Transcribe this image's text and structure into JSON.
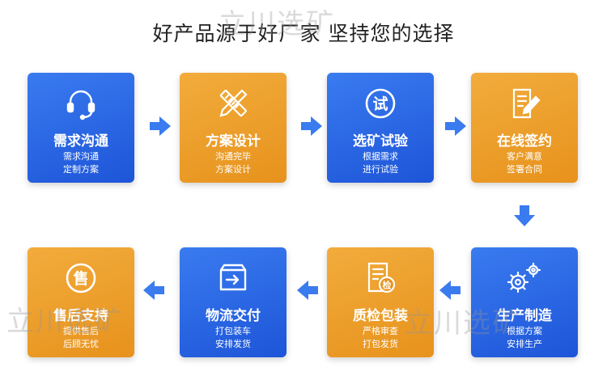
{
  "title": "好产品源于好厂家 坚持您的选择",
  "watermark": "立川选矿",
  "colors": {
    "blue": "#1d55d8",
    "orange": "#e7921c",
    "arrow": "#3a7bf0"
  },
  "steps": [
    {
      "title": "需求沟通",
      "desc1": "需求沟通",
      "desc2": "定制方案",
      "icon": "headset-icon"
    },
    {
      "title": "方案设计",
      "desc1": "沟通完毕",
      "desc2": "方案设计",
      "icon": "ruler-pencil-icon"
    },
    {
      "title": "选矿试验",
      "desc1": "根据需求",
      "desc2": "进行试验",
      "icon": "trial-badge-icon",
      "icon_text": "试"
    },
    {
      "title": "在线签约",
      "desc1": "客户满意",
      "desc2": "签署合同",
      "icon": "contract-pen-icon"
    },
    {
      "title": "生产制造",
      "desc1": "根据方案",
      "desc2": "安排生产",
      "icon": "gears-icon"
    },
    {
      "title": "质检包装",
      "desc1": "严格审查",
      "desc2": "打包发货",
      "icon": "inspection-doc-icon",
      "icon_text": "检"
    },
    {
      "title": "物流交付",
      "desc1": "打包装车",
      "desc2": "安排发货",
      "icon": "delivery-box-icon"
    },
    {
      "title": "售后支持",
      "desc1": "提供售后",
      "desc2": "后顾无忧",
      "icon": "after-sales-badge-icon",
      "icon_text": "售"
    }
  ]
}
